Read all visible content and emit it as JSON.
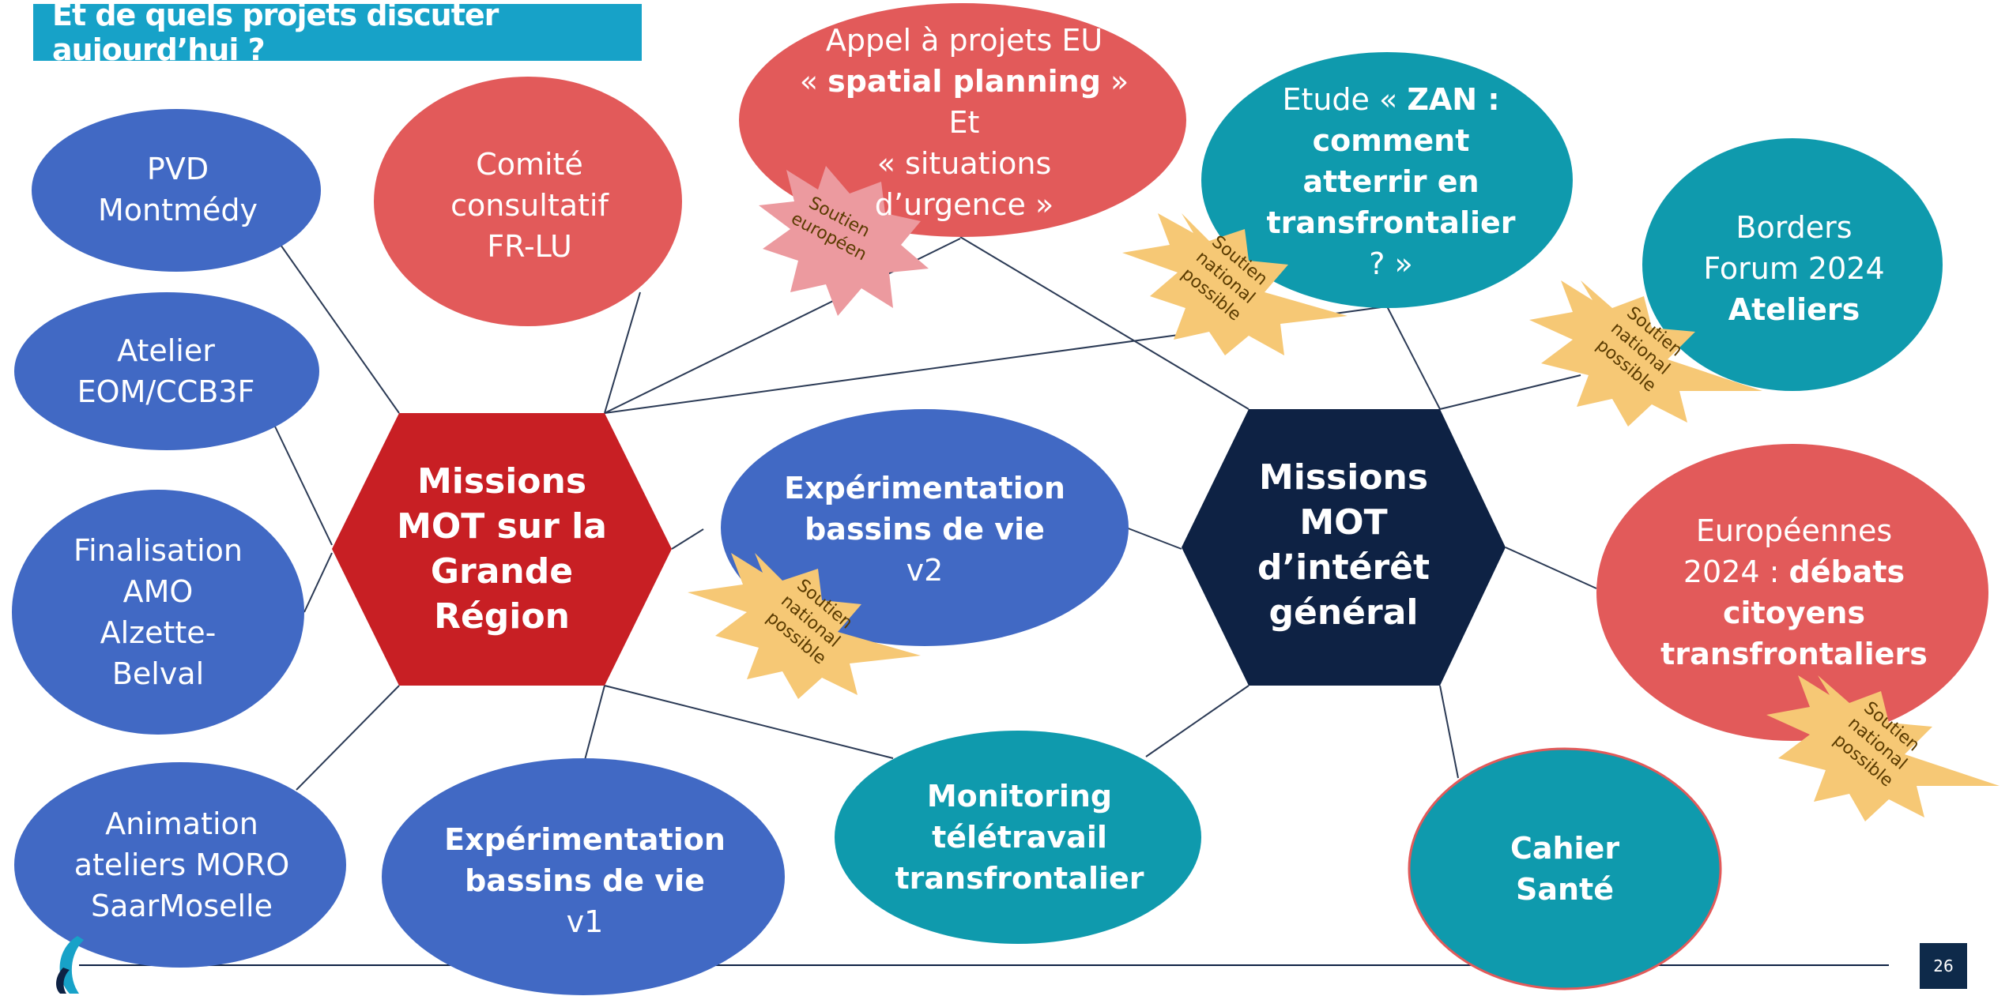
{
  "title": "Et de quels projets discuter aujourd’hui ?",
  "page_number": "26",
  "colors": {
    "blue": "#4169c4",
    "red": "#e25a5a",
    "teal": "#0f9aad",
    "hub_red": "#c81f24",
    "hub_navy": "#0e2244",
    "burst_yellow": "#f6c875",
    "burst_pink": "#ec9a9f"
  },
  "nodes": {
    "pvd": [
      "PVD",
      "Montmédy"
    ],
    "atelier_eom": [
      "Atelier",
      "EOM/CCB3F"
    ],
    "finalisation": [
      "Finalisation",
      "AMO",
      "Alzette-",
      "Belval"
    ],
    "animation": [
      "Animation",
      "ateliers MORO",
      "SaarMoselle"
    ],
    "comite": [
      "Comité",
      "consultatif",
      "FR-LU"
    ],
    "appel": {
      "l1": "Appel à projets EU",
      "l2_a": "« ",
      "l2_b": "spatial planning",
      "l2_c": " »",
      "l3": "Et",
      "l4": "« situations",
      "l5": "d’urgence »"
    },
    "etude": {
      "l1_a": "Etude « ",
      "l1_b": "ZAN :",
      "l2": "comment",
      "l3": "atterrir en",
      "l4": "transfrontalier",
      "l5": "? »"
    },
    "borders": {
      "l1": "Borders",
      "l2": "Forum 2024",
      "l3": "Ateliers"
    },
    "hub_left": [
      "Missions",
      "MOT sur la",
      "Grande",
      "Région"
    ],
    "hub_right": [
      "Missions",
      "MOT",
      "d’intérêt",
      "général"
    ],
    "exp_v2": {
      "l1": "Expérimentation",
      "l2": "bassins de vie",
      "l3": "v2"
    },
    "exp_v1": {
      "l1": "Expérimentation",
      "l2": "bassins de vie",
      "l3": "v1"
    },
    "monitoring": [
      "Monitoring",
      "télétravail",
      "transfrontalier"
    ],
    "europeennes": {
      "l1": "Européennes",
      "l2_a": "2024 : ",
      "l2_b": "débats",
      "l3": "citoyens",
      "l4": "transfrontaliers"
    },
    "cahier": [
      "Cahier",
      "Santé"
    ]
  },
  "bursts": {
    "europeen": [
      "Soutien",
      "européen"
    ],
    "national": [
      "Soutien",
      "national",
      "possible"
    ]
  }
}
